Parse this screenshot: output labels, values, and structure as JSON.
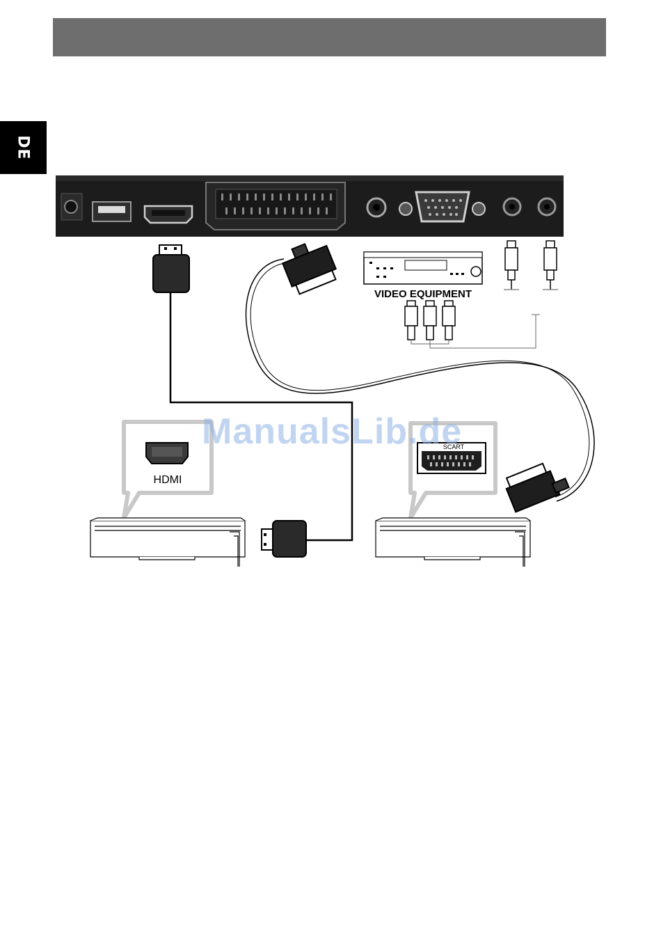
{
  "page": {
    "language_tab": "DE",
    "watermark": "ManualsLib.de"
  },
  "diagram": {
    "video_equipment_label": "VIDEO EQUIPMENT",
    "hdmi_callout_label": "HDMI",
    "scart_callout_label": "SCART"
  },
  "colors": {
    "header_bar": "#6e6e6e",
    "tv_panel": "#1a1a1a",
    "watermark": "#8fb4e6"
  }
}
